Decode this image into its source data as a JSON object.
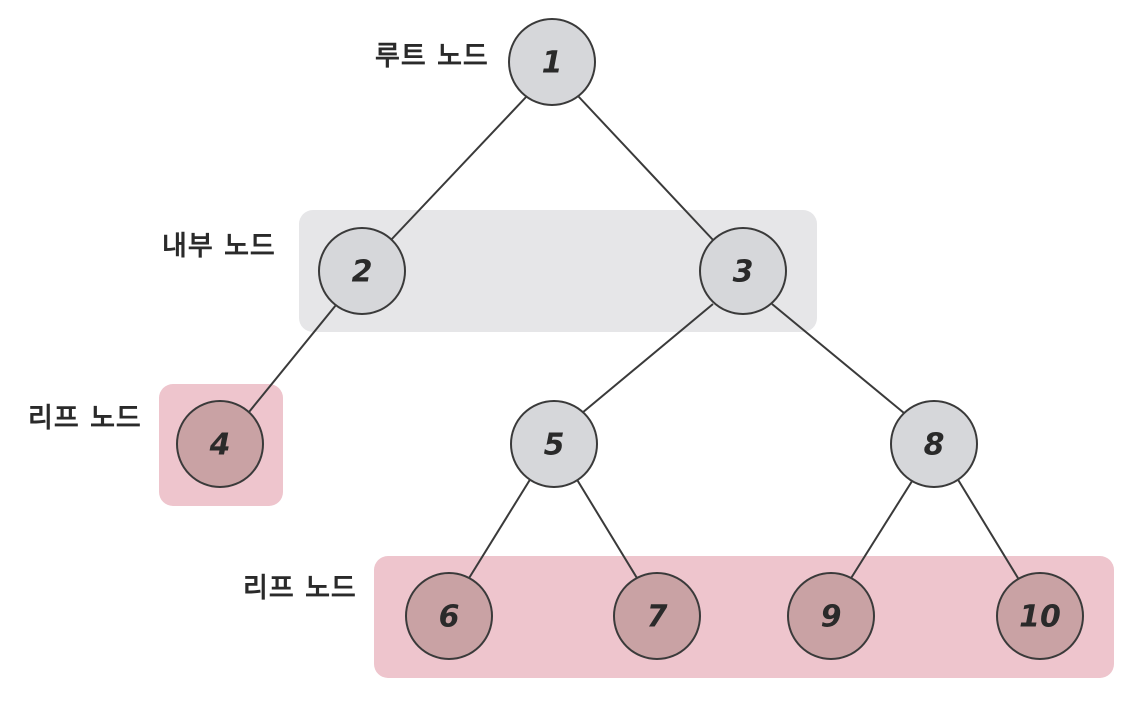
{
  "labels": {
    "root": "루트 노드",
    "internal": "내부 노드",
    "leaf_left": "리프 노드",
    "leaf_bottom": "리프 노드"
  },
  "nodes": {
    "n1": "1",
    "n2": "2",
    "n3": "3",
    "n4": "4",
    "n5": "5",
    "n6": "6",
    "n7": "7",
    "n8": "8",
    "n9": "9",
    "n10": "10"
  },
  "colors": {
    "internal_node_fill": "#d6d7da",
    "leaf_node_fill": "#c9a2a4",
    "internal_highlight": "#e6e6e8",
    "leaf_highlight": "#eec5cd",
    "stroke": "#3a3a3a"
  }
}
